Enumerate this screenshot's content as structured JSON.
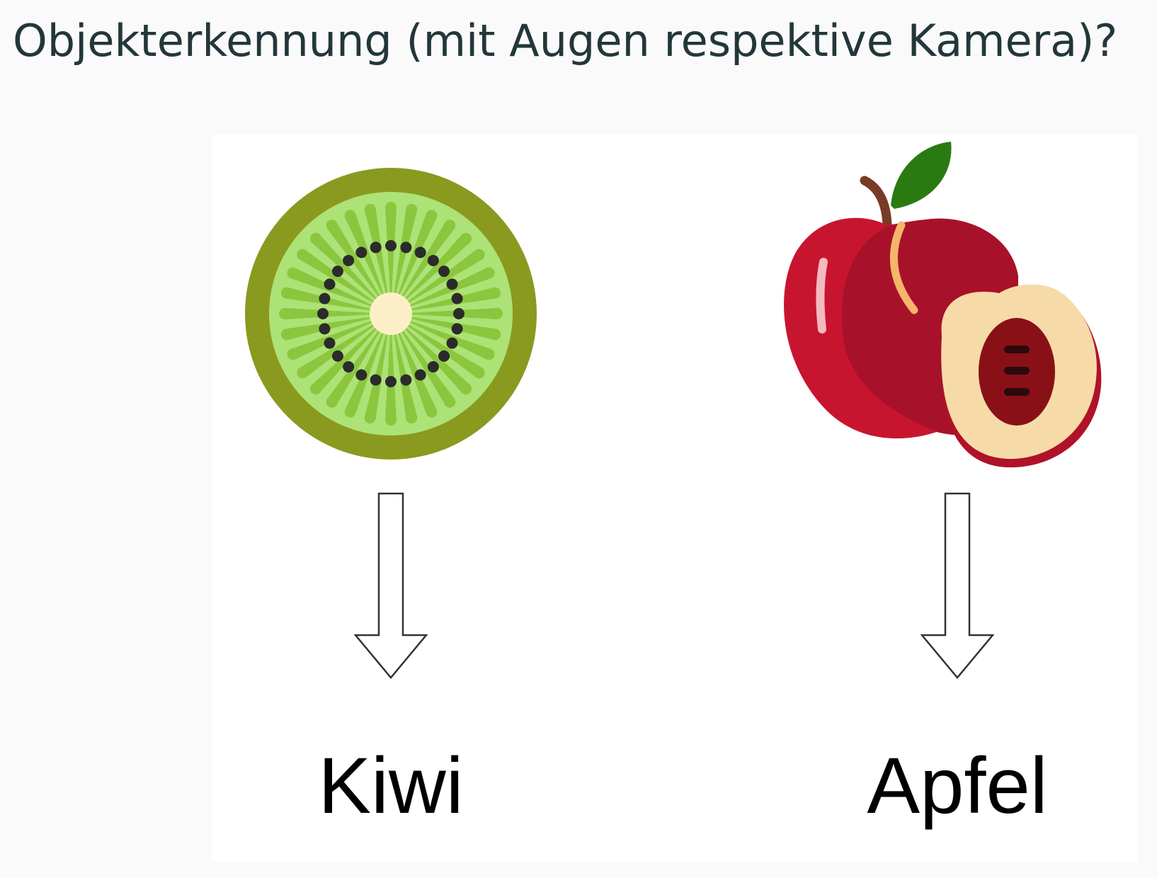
{
  "slide": {
    "title": "Objekterkennung (mit Augen respektive Kamera)?"
  },
  "figure": {
    "items": [
      {
        "label": "Kiwi",
        "icon": "kiwi-icon"
      },
      {
        "label": "Apfel",
        "icon": "apple-icon"
      }
    ],
    "arrow_icon": "down-arrow-icon"
  },
  "colors": {
    "background": "#fafafa",
    "title_text": "#23373b",
    "panel": "#ffffff",
    "kiwi_skin": "#8a9a1f",
    "kiwi_flesh": "#ade276",
    "kiwi_rays": "#8cc63f",
    "kiwi_core": "#fcefc8",
    "kiwi_seeds": "#2b2b2b",
    "apple_red": "#c8152f",
    "apple_dark_red": "#a8112a",
    "apple_leaf": "#2a7a12",
    "apple_stem": "#7a3a26",
    "apple_flesh": "#f6dba8",
    "apple_core": "#8a1018"
  }
}
